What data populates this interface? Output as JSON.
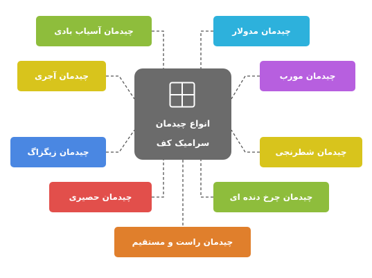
{
  "center": {
    "icon": "tile-grid-icon",
    "line1": "انواع چیدمان",
    "line2": "سرامیک کف",
    "color": "#6b6b6b"
  },
  "nodes": {
    "grinding": {
      "label": "چیدمان آسیاب بادی",
      "color": "#8ebd3c"
    },
    "brick": {
      "label": "چیدمان آجری",
      "color": "#d8c41c"
    },
    "zigzag": {
      "label": "چیدمان زیگزاگ",
      "color": "#4a87e2"
    },
    "mat": {
      "label": "چیدمان حصیری",
      "color": "#e24f4b"
    },
    "straight": {
      "label": "چیدمان راست و مستقیم",
      "color": "#e07f2c"
    },
    "modular": {
      "label": "چیدمان مدولار",
      "color": "#2db1dc"
    },
    "diagonal": {
      "label": "چیدمان مورب",
      "color": "#b75fdf"
    },
    "checkered": {
      "label": "چیدمان شطرنجی",
      "color": "#d8c41c"
    },
    "gear": {
      "label": "چیدمان چرخ دنده ای",
      "color": "#8ebd3c"
    }
  }
}
